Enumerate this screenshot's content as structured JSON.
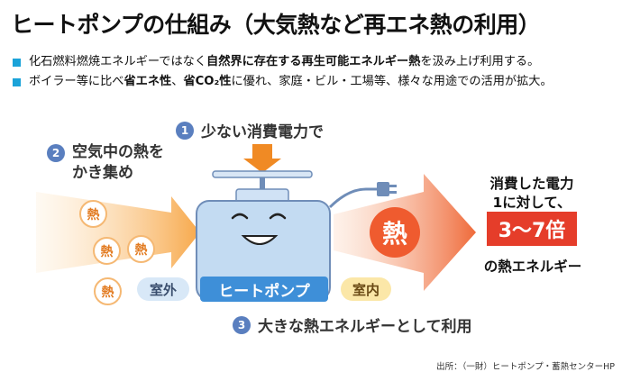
{
  "title": "ヒートポンプの仕組み（大気熱など再エネ熱の利用）",
  "bullets": [
    {
      "parts": [
        {
          "t": "化石燃料燃焼エネルギーではなく",
          "b": false
        },
        {
          "t": "自然界に存在する再生可能エネルギー熱",
          "b": true
        },
        {
          "t": "を汲み上げ利用する。",
          "b": false
        }
      ]
    },
    {
      "parts": [
        {
          "t": "ボイラー等に比べ",
          "b": false
        },
        {
          "t": "省エネ性",
          "b": true
        },
        {
          "t": "、",
          "b": false
        },
        {
          "t": "省CO₂性",
          "b": true
        },
        {
          "t": "に優れ、家庭・ビル・工場等、様々な用途での活用が拡大。",
          "b": false
        }
      ]
    }
  ],
  "diagram": {
    "step1": {
      "num": "1",
      "label": "少ない消費電力で"
    },
    "step2": {
      "num": "2",
      "label_line1": "空気中の熱を",
      "label_line2": "かき集め"
    },
    "step3": {
      "num": "3",
      "label": "大きな熱エネルギーとして利用"
    },
    "heat_char": "熱",
    "outdoor_label": "室外",
    "indoor_label": "室内",
    "machine_label": "ヒートポンプ",
    "big_heat": "熱",
    "result_line1": "消費した電力",
    "result_line2": "1に対して、",
    "result_value": "3〜7倍",
    "result_line3": "の熱エネルギー"
  },
  "source": "出所：（一財）ヒートポンプ・蓄熱センターHP",
  "colors": {
    "accent_blue": "#1ba3d9",
    "orange": "#f08a24",
    "red": "#e53d2a",
    "machine_blue": "#bcd7f0"
  }
}
